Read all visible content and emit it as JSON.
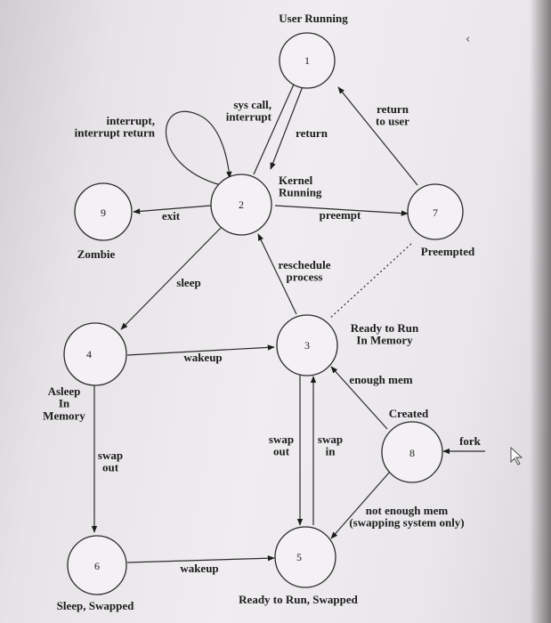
{
  "diagram": {
    "title": "User Running",
    "states": [
      {
        "id": "1",
        "name": ""
      },
      {
        "id": "2",
        "name": "Kernel\nRunning"
      },
      {
        "id": "3",
        "name": "Ready to Run\nIn Memory"
      },
      {
        "id": "4",
        "name": "Asleep\nIn\nMemory"
      },
      {
        "id": "5",
        "name": "Ready to Run, Swapped"
      },
      {
        "id": "6",
        "name": "Sleep, Swapped"
      },
      {
        "id": "7",
        "name": "Preempted"
      },
      {
        "id": "8",
        "name": "Created"
      },
      {
        "id": "9",
        "name": "Zombie"
      }
    ],
    "edges": {
      "interrupt": "interrupt,\ninterrupt return",
      "syscall": "sys call,\ninterrupt",
      "return": "return",
      "return_to_user": "return\nto user",
      "exit": "exit",
      "preempt": "preempt",
      "reschedule": "reschedule\nprocess",
      "sleep": "sleep",
      "wakeup_mem": "wakeup",
      "enough_mem": "enough mem",
      "swap_out_left": "swap\nout",
      "swap_out": "swap\nout",
      "swap_in": "swap\nin",
      "fork": "fork",
      "not_enough": "not enough mem\n(swapping system only)",
      "wakeup_swap": "wakeup"
    }
  }
}
